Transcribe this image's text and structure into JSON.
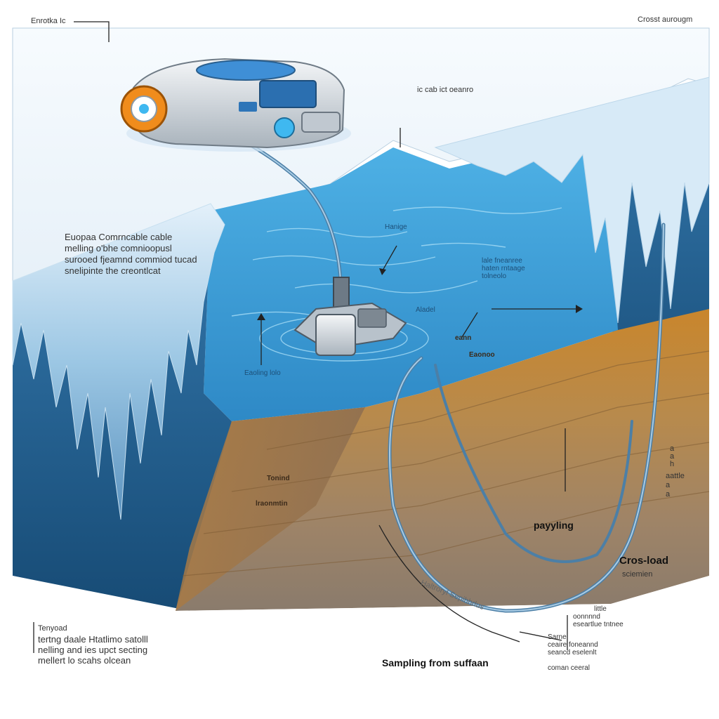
{
  "labels": {
    "top_left": "Enrotka Ic",
    "top_right": "Crosst aurougm",
    "ice_shelf": "ic cab ict oeanro",
    "main_block": [
      "Euopaa Comrncable cable",
      "melling o'bhe comnioopusl",
      "surooed fjeamnd commiod tucad",
      "snelipinte the creontlcat"
    ],
    "water_a": "Hanige",
    "water_b": [
      "lale fneanree",
      "haten rntaage",
      "tolneolo"
    ],
    "water_c": "Aladel",
    "sediment_a": "eann",
    "sediment_b": "Eaonoo",
    "lander_label": "Eaoling lolo",
    "layer_a": "Tonind",
    "layer_b": "lraonmtin",
    "right_vertical_a": [
      "a",
      "a",
      "h"
    ],
    "right_vertical_b": [
      "aattle",
      "a",
      "a"
    ],
    "payload": "payyling",
    "cross_load": "Cros-load",
    "cross_load_sub": "sciemien",
    "diag_label": "Haltroryl Sepihhdus",
    "bottom_left": [
      "Tenyoad",
      "tertng daale Htatlimo satolll",
      "nelling and ies upct secting",
      "mellert lo scahs olcean"
    ],
    "bottom_center": "Sampling from suffaan",
    "small_r1": [
      "little",
      "oonnnnd",
      "eseartlue tntnee"
    ],
    "small_r2": [
      "Sarne",
      "ceaire foneannd",
      "seancd eselenlt"
    ],
    "small_r3": "coman ceeral"
  }
}
